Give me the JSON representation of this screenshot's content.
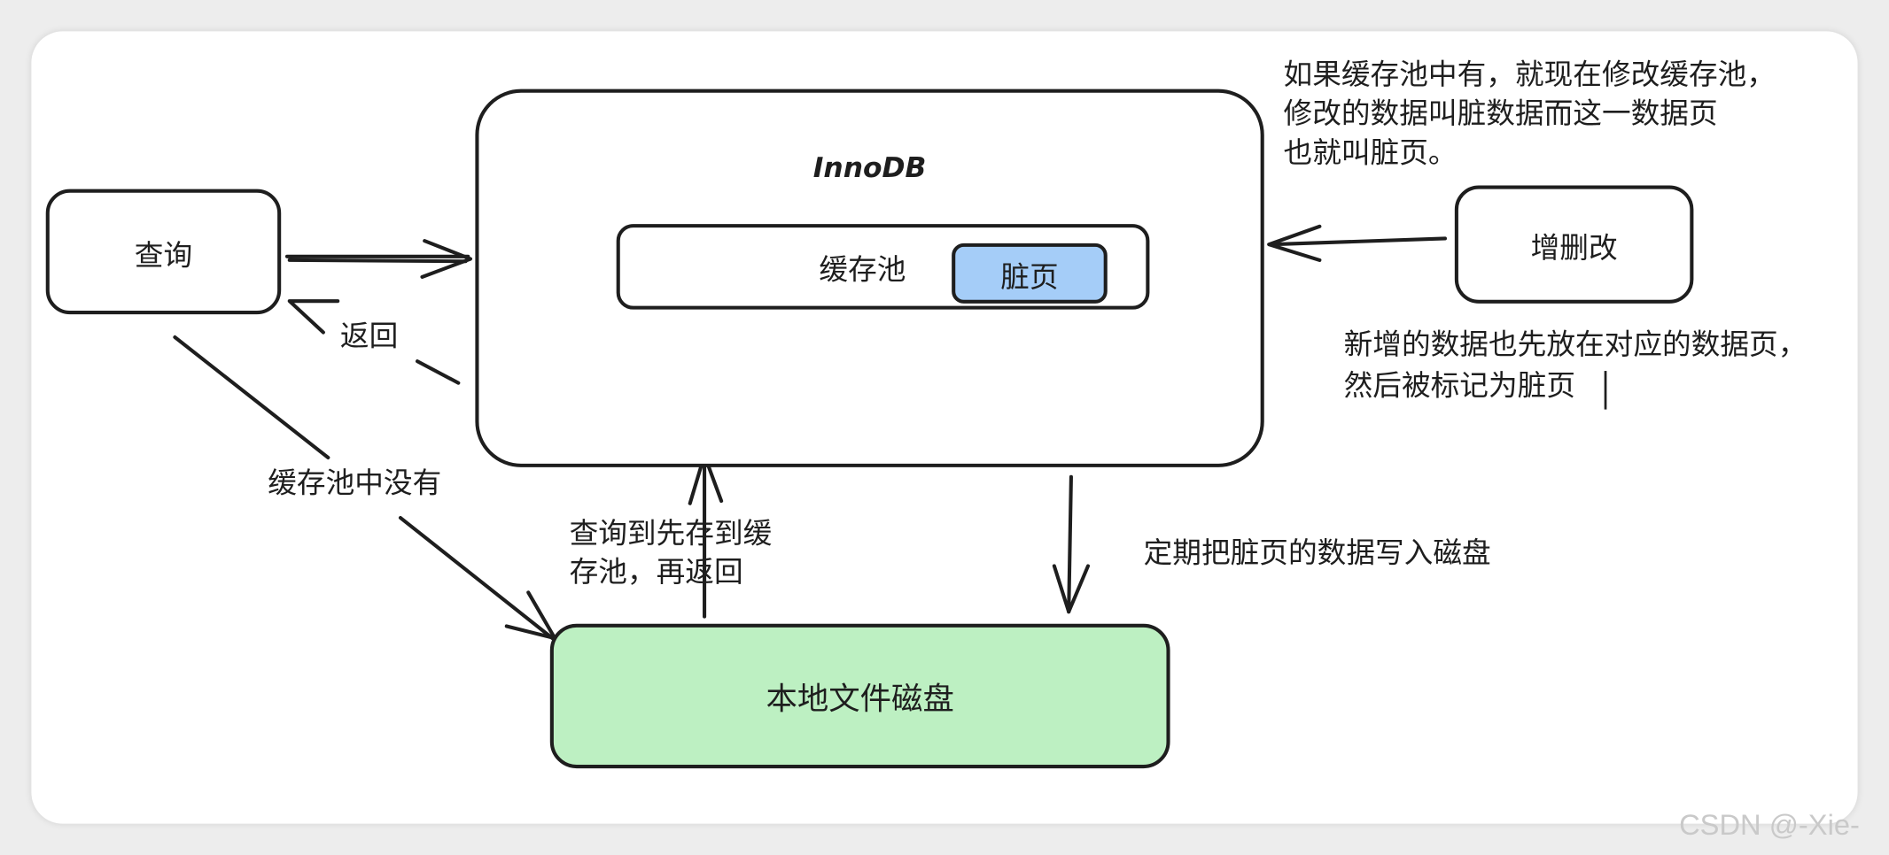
{
  "nodes": {
    "query": "查询",
    "innodb": "InnoDB",
    "buffer_pool": "缓存池",
    "dirty_page": "脏页",
    "crud": "增删改",
    "disk": "本地文件磁盘"
  },
  "edges": {
    "return": "返回",
    "not_in_pool": "缓存池中没有",
    "load_then_return": "查询到先存到缓\n存池，再返回",
    "flush": "定期把脏页的数据写入磁盘"
  },
  "notes": {
    "modify": "如果缓存池中有，就现在修改缓存池，\n修改的数据叫脏数据而这一数据页\n也就叫脏页。",
    "insert": "新增的数据也先放在对应的数据页，\n然后被标记为脏页"
  },
  "watermark": "CSDN @-Xie-",
  "colors": {
    "stroke": "#1e1e1e",
    "dirty_page_fill": "#a5cdf8",
    "disk_fill": "#bdf0c2"
  }
}
